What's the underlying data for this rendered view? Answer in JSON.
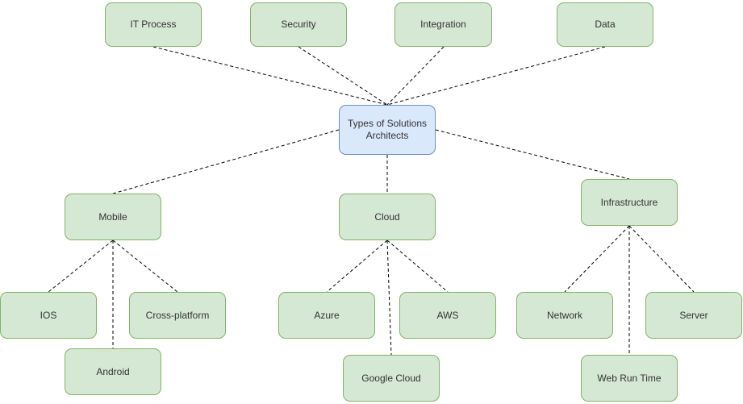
{
  "diagram": {
    "colors": {
      "background": "#ffffff",
      "branch_fill": "#d5e8d4",
      "branch_border": "#82b366",
      "root_fill": "#dae8fc",
      "root_border": "#6c8ebf",
      "connector": "#000000",
      "text": "#333333"
    },
    "connector_style": "dashed",
    "nodes": {
      "root": "Types of Solutions Architects",
      "it_process": "IT Process",
      "security": "Security",
      "integration": "Integration",
      "data": "Data",
      "mobile": "Mobile",
      "cloud": "Cloud",
      "infrastructure": "Infrastructure",
      "ios": "IOS",
      "cross_platform": "Cross-platform",
      "android": "Android",
      "azure": "Azure",
      "aws": "AWS",
      "google_cloud": "Google Cloud",
      "network": "Network",
      "server": "Server",
      "web_run_time": "Web Run Time"
    },
    "edges": [
      {
        "from": "root",
        "to": "it_process"
      },
      {
        "from": "root",
        "to": "security"
      },
      {
        "from": "root",
        "to": "integration"
      },
      {
        "from": "root",
        "to": "data"
      },
      {
        "from": "root",
        "to": "mobile"
      },
      {
        "from": "root",
        "to": "cloud"
      },
      {
        "from": "root",
        "to": "infrastructure"
      },
      {
        "from": "mobile",
        "to": "ios"
      },
      {
        "from": "mobile",
        "to": "android"
      },
      {
        "from": "mobile",
        "to": "cross_platform"
      },
      {
        "from": "cloud",
        "to": "azure"
      },
      {
        "from": "cloud",
        "to": "google_cloud"
      },
      {
        "from": "cloud",
        "to": "aws"
      },
      {
        "from": "infrastructure",
        "to": "network"
      },
      {
        "from": "infrastructure",
        "to": "web_run_time"
      },
      {
        "from": "infrastructure",
        "to": "server"
      }
    ]
  }
}
